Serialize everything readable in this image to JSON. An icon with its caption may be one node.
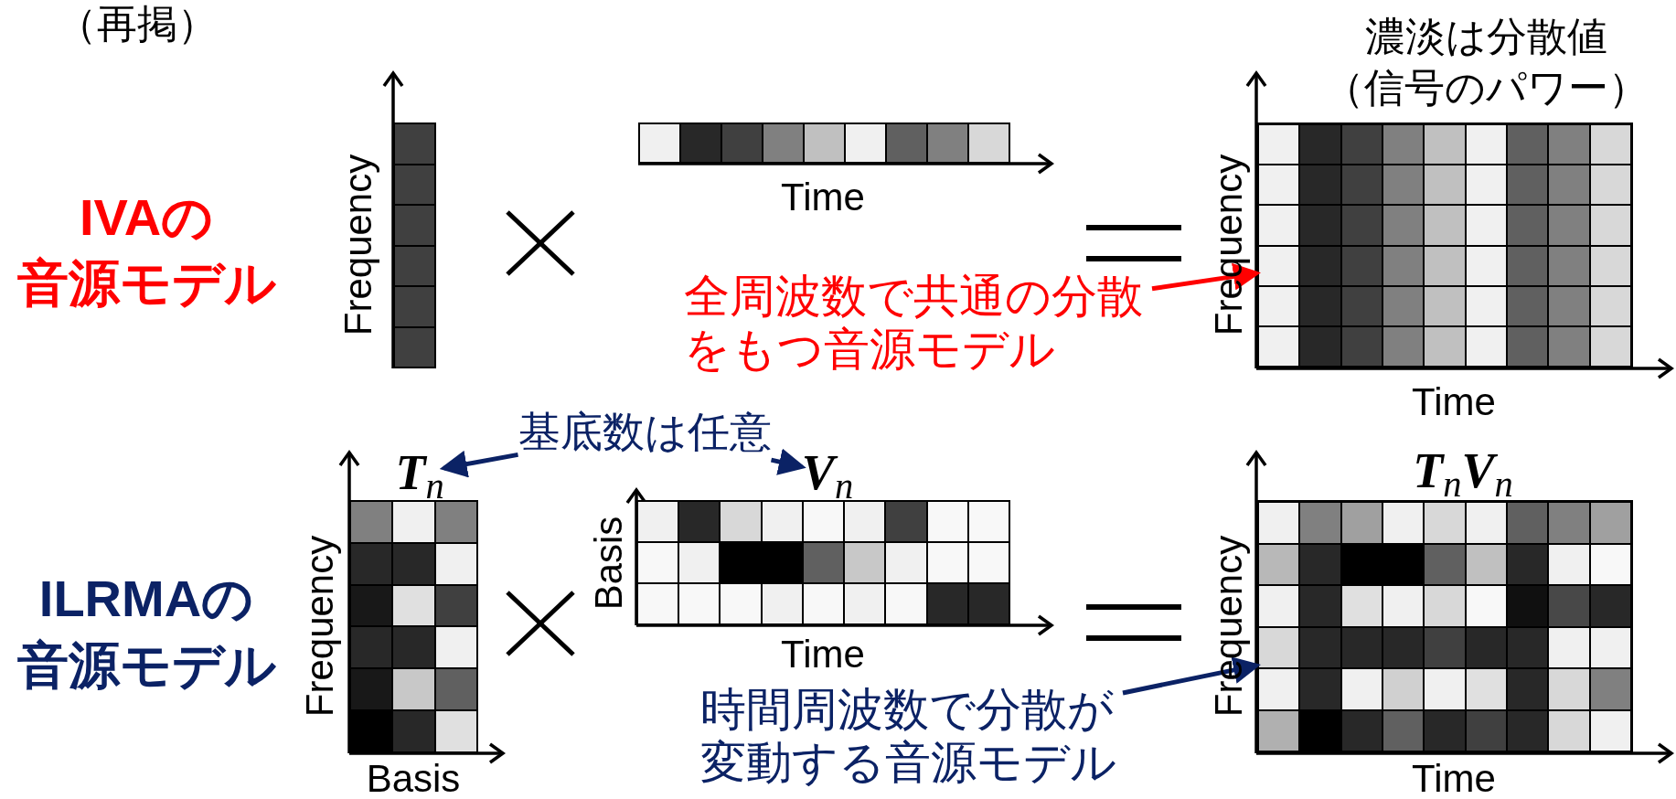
{
  "diagram": {
    "nodes": [
      {
        "text": [
          "全周波数で共通の分散をもつ音源モデル"
        ]
      },
      {
        "text": [],
        "shape": "box"
      },
      {
        "text": [
          "基底数は任意"
        ]
      },
      {
        "text": [
          "**T**$_{n}$"
        ]
      },
      {
        "text": [
          "**V**$_{n}$"
        ]
      },
      {
        "text": [
          "時間周波数で分散が変動する音源モデル"
        ]
      },
      {
        "text": [],
        "shape": "box"
      }
    ],
    "edges": [
      {
        "from": 0,
        "to": 1,
        "arrow": "to",
        "color": "#ff0000"
      },
      {
        "from": 2,
        "to": 3,
        "arrow": "to"
      },
      {
        "from": 2,
        "to": 4,
        "arrow": "to"
      },
      {
        "from": 5,
        "to": 6,
        "arrow": "to"
      }
    ],
    "labels": [
      "（再掲）",
      "濃淡は分散値",
      "（信号のパワー）",
      "Frequency",
      "Time",
      "IVAの",
      "音源モデル",
      "Frequency",
      "Time",
      "**T**$_{n}$**V**$_{n}$",
      "Frequency",
      "Basis",
      "ILRMAの",
      "音源モデル",
      "Time",
      "Frequency",
      "Basis",
      "Time"
    ]
  }
}
